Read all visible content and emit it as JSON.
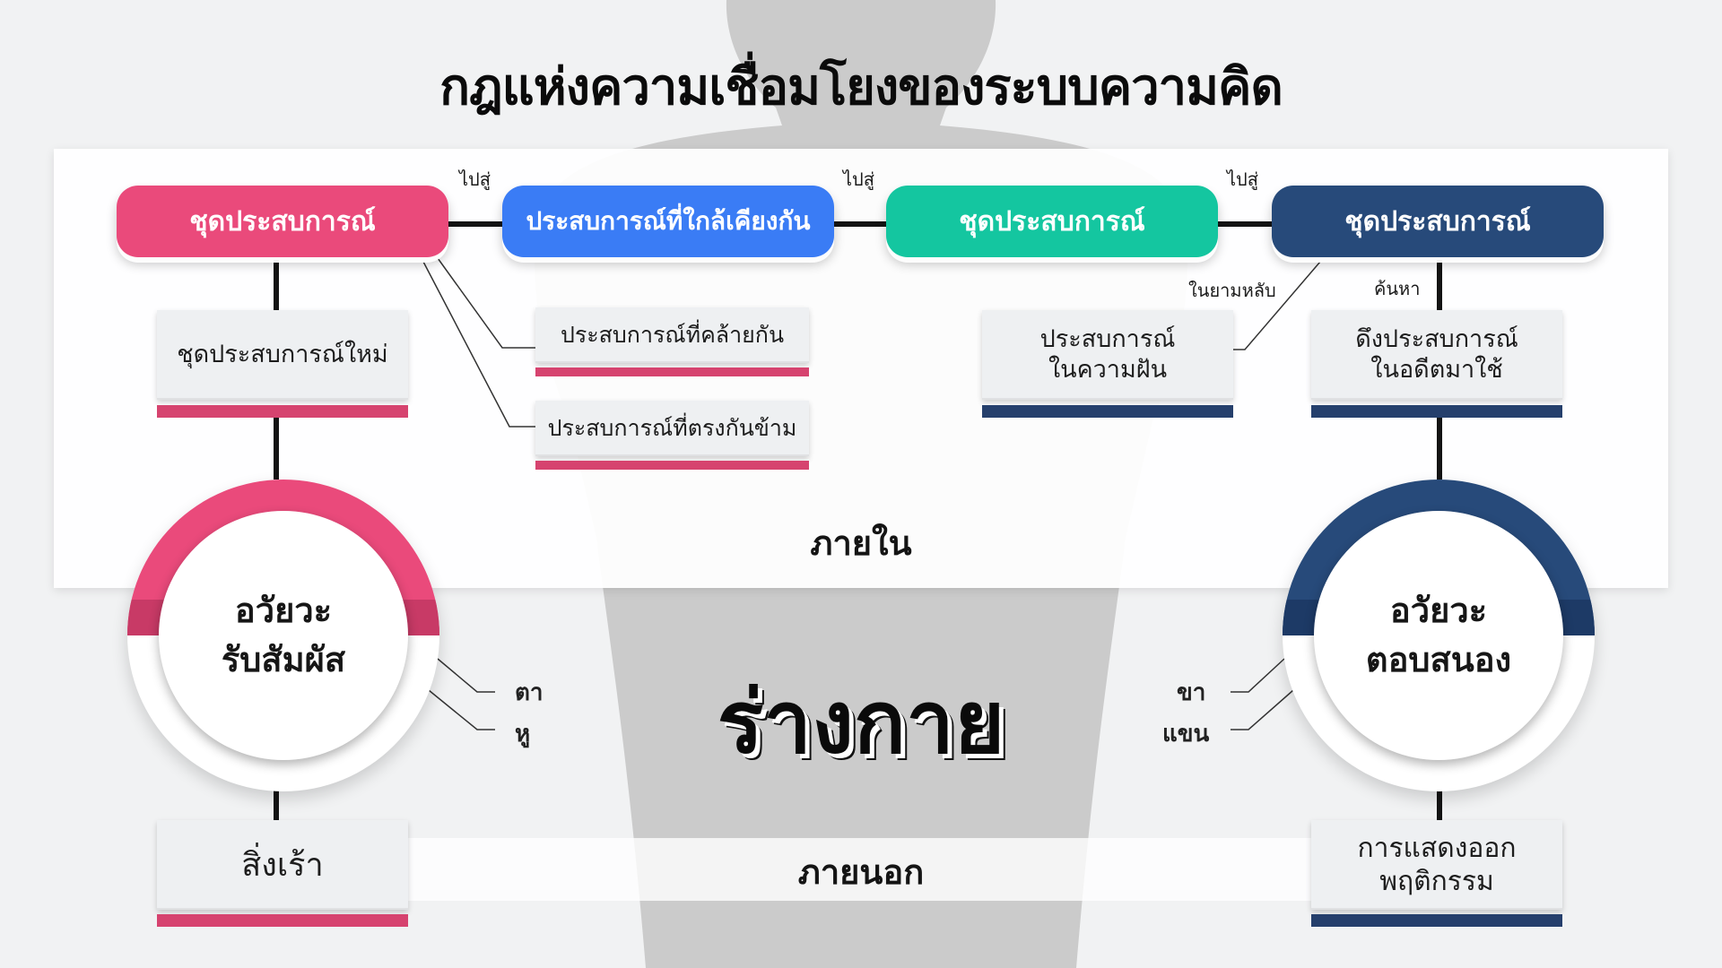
{
  "title": "กฎแห่งความเชื่อมโยงของระบบความคิด",
  "colors": {
    "pink": "#ea4a7b",
    "blue": "#3a7cf5",
    "teal": "#14c6a0",
    "navy": "#274a7a",
    "pink_base": "#d6436f",
    "navy_base": "#253f6c"
  },
  "top_row": {
    "pill_1": "ชุดประสบการณ์",
    "pill_2": "ประสบการณ์ที่ใกล้เคียงกัน",
    "pill_3": "ชุดประสบการณ์",
    "pill_4": "ชุดประสบการณ์",
    "connector_1": "ไปสู่",
    "connector_2": "ไปสู่",
    "connector_3": "ไปสู่"
  },
  "cards": {
    "new_experience": "ชุดประสบการณ์ใหม่",
    "similar": "ประสบการณ์ที่คล้ายกัน",
    "opposite": "ประสบการณ์ที่ตรงกันข้าม",
    "dream_line1": "ประสบการณ์",
    "dream_line2": "ในความฝัน",
    "past_line1": "ดึงประสบการณ์",
    "past_line2": "ในอดีตมาใช้",
    "stimulus": "สิ่งเร้า",
    "behavior_line1": "การแสดงออก",
    "behavior_line2": "พฤติกรรม"
  },
  "labels": {
    "sleep": "ในยามหลับ",
    "search": "ค้นหา",
    "inside": "ภายใน",
    "outside": "ภายนอก",
    "body": "ร่างกาย"
  },
  "sensory": {
    "line1": "อวัยวะ",
    "line2": "รับสัมผัส",
    "organ_1": "ตา",
    "organ_2": "หู"
  },
  "response": {
    "line1": "อวัยวะ",
    "line2": "ตอบสนอง",
    "organ_1": "ขา",
    "organ_2": "แขน"
  }
}
